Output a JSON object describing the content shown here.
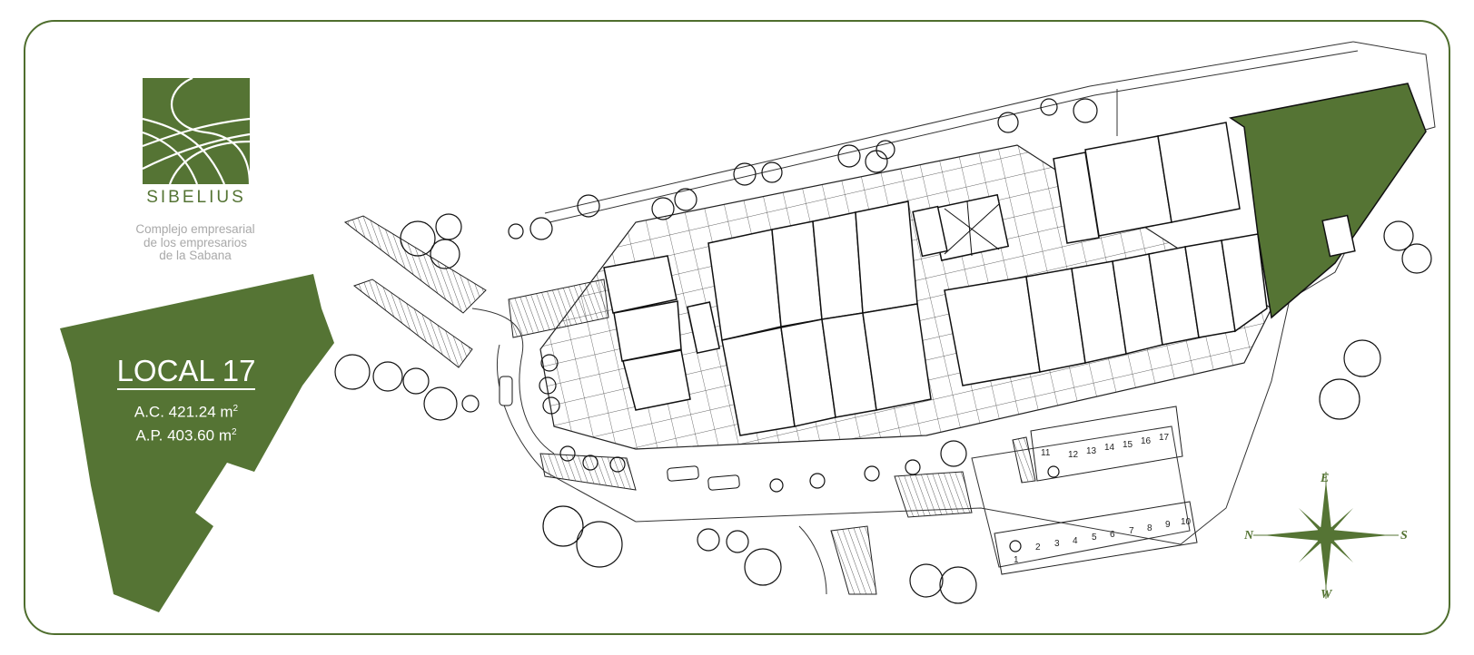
{
  "brand": {
    "name": "SIBELIUS",
    "tagline": [
      "Complejo empresarial",
      "de los empresarios",
      "de la Sabana"
    ],
    "color": "#557434"
  },
  "unit": {
    "title": "LOCAL 17",
    "ac_label": "A.C. 421.24 m",
    "ap_label": "A.P. 403.60 m",
    "unit_sup": "2",
    "highlight_color": "#557434"
  },
  "parking": {
    "upper_row": [
      "11",
      "12",
      "13",
      "14",
      "15",
      "16",
      "17"
    ],
    "lower_row": [
      "1",
      "2",
      "3",
      "4",
      "5",
      "6",
      "7",
      "8",
      "9",
      "10"
    ]
  },
  "compass": {
    "north": "N",
    "south": "S",
    "east": "E",
    "west": "W"
  },
  "icons": [
    "logo-mark",
    "compass-rose-icon",
    "tree-icon",
    "car-icon",
    "accessibility-icon"
  ]
}
